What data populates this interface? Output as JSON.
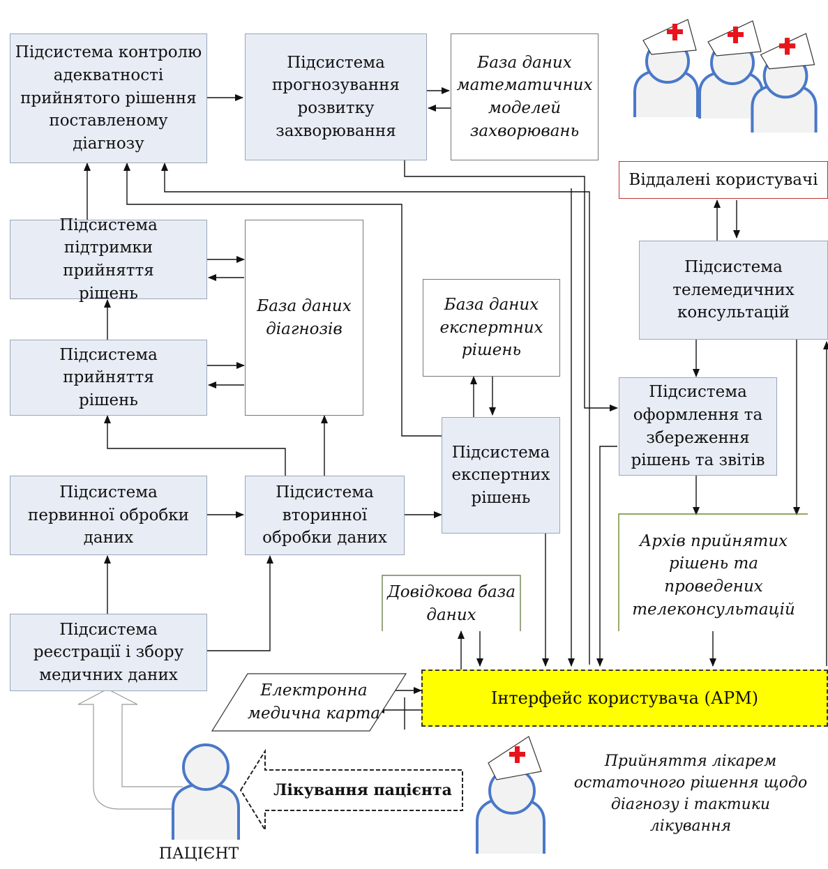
{
  "subsystems": {
    "control": "Підсистема контролю адекватності прийнятого рішення поставленому діагнозу",
    "forecast": "Підсистема прогнозування розвитку захворювання",
    "decision_support": "Підсистема підтримки прийняття рішень",
    "decision": "Підсистема прийняття рішень",
    "primary": "Підсистема первинної обробки даних",
    "secondary": "Підсистема вторинної обробки даних",
    "registration": "Підсистема реєстрації і збору медичних даних",
    "expert": "Підсистема експертних рішень",
    "telemed": "Підсистема телемедичних консультацій",
    "reports": "Підсистема оформлення та збереження рішень та звітів"
  },
  "databases": {
    "math_models": "База даних математичних моделей захворювань",
    "diagnoses": "База даних діагнозів",
    "expert_decisions": "База даних експертних рішень",
    "reference": "Довідкова база даних",
    "archive": "Архів прийнятих рішень та проведених телеконсультацій",
    "emr": "Електронна медична карта"
  },
  "labels": {
    "remote_users": "Віддалені користувачі",
    "interface": "Інтерфейс користувача (АРМ)",
    "treatment": "Лікування пацієнта",
    "patient": "ПАЦІЄНТ",
    "final_decision": "Прийняття лікарем остаточного рішення щодо діагнозу і тактики лікування"
  },
  "colors": {
    "box_fill": "#e8ecf5",
    "interface_fill": "#ffff00",
    "cross": "#e8141c",
    "figure_outline": "#4a78c8"
  },
  "icons": [
    "doctor-icon",
    "patient-icon",
    "treatment-arrow-icon"
  ]
}
